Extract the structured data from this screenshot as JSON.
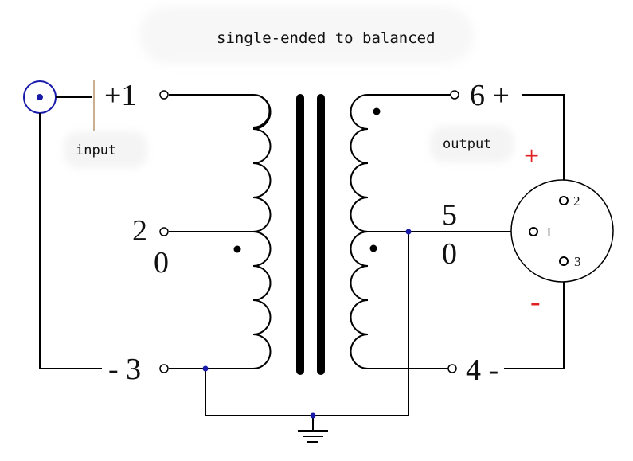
{
  "title": "single-ended to balanced",
  "labels": {
    "input": "input",
    "output": "output",
    "pin1": "+1",
    "pin2_a": "2",
    "pin2_b": "0",
    "pin3": "- 3",
    "pin4": "4 -",
    "pin5_a": "5",
    "pin5_b": "0",
    "pin6": "6 +",
    "xlr1": "1",
    "xlr2": "2",
    "xlr3": "3",
    "plus_sign": "+",
    "minus_sign": "-"
  },
  "colors": {
    "wire": "#000000",
    "connector": "#1a1aaa",
    "plus": "#e02020",
    "minus": "#e02020"
  }
}
